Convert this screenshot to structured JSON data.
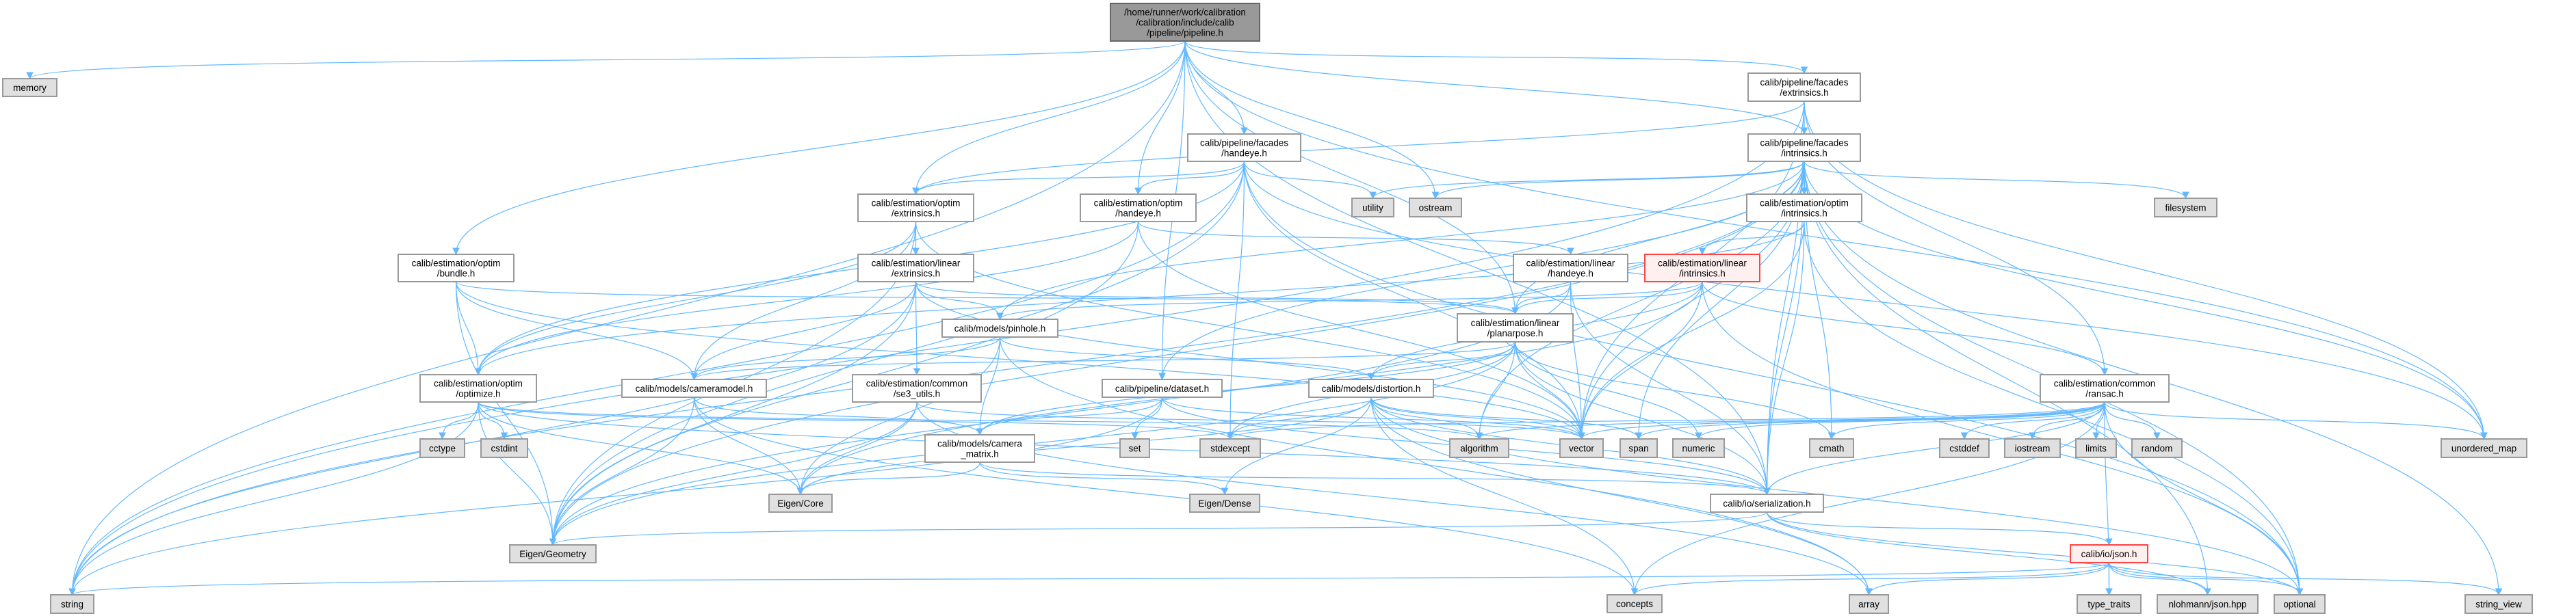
{
  "graph": {
    "title": "Include dependency graph for pipeline.h",
    "colors": {
      "edge": "#63b8ff",
      "root_fill": "#999999",
      "system_fill": "#e0e0e0",
      "truncated_border": "#ff4444"
    },
    "nodes": [
      {
        "id": "root",
        "kind": "root",
        "lines": [
          "/home/runner/work/calibration",
          "/calibration/include/calib",
          "/pipeline/pipeline.h"
        ]
      },
      {
        "id": "memory",
        "kind": "system",
        "lines": [
          "memory"
        ]
      },
      {
        "id": "facades_extrinsics",
        "kind": "file",
        "lines": [
          "calib/pipeline/facades",
          "/extrinsics.h"
        ]
      },
      {
        "id": "facades_handeye",
        "kind": "file",
        "lines": [
          "calib/pipeline/facades",
          "/handeye.h"
        ]
      },
      {
        "id": "facades_intrinsics",
        "kind": "file",
        "lines": [
          "calib/pipeline/facades",
          "/intrinsics.h"
        ]
      },
      {
        "id": "optim_extrinsics",
        "kind": "file",
        "lines": [
          "calib/estimation/optim",
          "/extrinsics.h"
        ]
      },
      {
        "id": "optim_handeye",
        "kind": "file",
        "lines": [
          "calib/estimation/optim",
          "/handeye.h"
        ]
      },
      {
        "id": "utility",
        "kind": "system",
        "lines": [
          "utility"
        ]
      },
      {
        "id": "ostream",
        "kind": "system",
        "lines": [
          "ostream"
        ]
      },
      {
        "id": "optim_intrinsics",
        "kind": "file",
        "lines": [
          "calib/estimation/optim",
          "/intrinsics.h"
        ]
      },
      {
        "id": "filesystem",
        "kind": "system",
        "lines": [
          "filesystem"
        ]
      },
      {
        "id": "bundle",
        "kind": "file",
        "lines": [
          "calib/estimation/optim",
          "/bundle.h"
        ]
      },
      {
        "id": "linear_extrinsics",
        "kind": "file",
        "lines": [
          "calib/estimation/linear",
          "/extrinsics.h"
        ]
      },
      {
        "id": "linear_handeye",
        "kind": "file",
        "lines": [
          "calib/estimation/linear",
          "/handeye.h"
        ]
      },
      {
        "id": "linear_intrinsics",
        "kind": "truncated",
        "lines": [
          "calib/estimation/linear",
          "/intrinsics.h"
        ]
      },
      {
        "id": "pinhole",
        "kind": "file",
        "lines": [
          "calib/models/pinhole.h"
        ]
      },
      {
        "id": "planarpose",
        "kind": "file",
        "lines": [
          "calib/estimation/linear",
          "/planarpose.h"
        ]
      },
      {
        "id": "optimize",
        "kind": "file",
        "lines": [
          "calib/estimation/optim",
          "/optimize.h"
        ]
      },
      {
        "id": "cameramodel",
        "kind": "file",
        "lines": [
          "calib/models/cameramodel.h"
        ]
      },
      {
        "id": "se3_utils",
        "kind": "file",
        "lines": [
          "calib/estimation/common",
          "/se3_utils.h"
        ]
      },
      {
        "id": "dataset",
        "kind": "file",
        "lines": [
          "calib/pipeline/dataset.h"
        ]
      },
      {
        "id": "distortion",
        "kind": "file",
        "lines": [
          "calib/models/distortion.h"
        ]
      },
      {
        "id": "ransac",
        "kind": "file",
        "lines": [
          "calib/estimation/common",
          "/ransac.h"
        ]
      },
      {
        "id": "cctype",
        "kind": "system",
        "lines": [
          "cctype"
        ]
      },
      {
        "id": "cstdint",
        "kind": "system",
        "lines": [
          "cstdint"
        ]
      },
      {
        "id": "set",
        "kind": "system",
        "lines": [
          "set"
        ]
      },
      {
        "id": "stdexcept",
        "kind": "system",
        "lines": [
          "stdexcept"
        ]
      },
      {
        "id": "algorithm",
        "kind": "system",
        "lines": [
          "algorithm"
        ]
      },
      {
        "id": "vector",
        "kind": "system",
        "lines": [
          "vector"
        ]
      },
      {
        "id": "span",
        "kind": "system",
        "lines": [
          "span"
        ]
      },
      {
        "id": "numeric",
        "kind": "system",
        "lines": [
          "numeric"
        ]
      },
      {
        "id": "cmath",
        "kind": "system",
        "lines": [
          "cmath"
        ]
      },
      {
        "id": "cstddef",
        "kind": "system",
        "lines": [
          "cstddef"
        ]
      },
      {
        "id": "iostream",
        "kind": "system",
        "lines": [
          "iostream"
        ]
      },
      {
        "id": "limits",
        "kind": "system",
        "lines": [
          "limits"
        ]
      },
      {
        "id": "random",
        "kind": "system",
        "lines": [
          "random"
        ]
      },
      {
        "id": "unordered_map",
        "kind": "system",
        "lines": [
          "unordered_map"
        ]
      },
      {
        "id": "camera_matrix",
        "kind": "file",
        "lines": [
          "calib/models/camera",
          "_matrix.h"
        ]
      },
      {
        "id": "eigen_core",
        "kind": "system",
        "lines": [
          "Eigen/Core"
        ]
      },
      {
        "id": "eigen_dense",
        "kind": "system",
        "lines": [
          "Eigen/Dense"
        ]
      },
      {
        "id": "serialization",
        "kind": "file",
        "lines": [
          "calib/io/serialization.h"
        ]
      },
      {
        "id": "eigen_geometry",
        "kind": "system",
        "lines": [
          "Eigen/Geometry"
        ]
      },
      {
        "id": "json",
        "kind": "truncated",
        "lines": [
          "calib/io/json.h"
        ]
      },
      {
        "id": "string",
        "kind": "system",
        "lines": [
          "string"
        ]
      },
      {
        "id": "concepts",
        "kind": "system",
        "lines": [
          "concepts"
        ]
      },
      {
        "id": "array",
        "kind": "system",
        "lines": [
          "array"
        ]
      },
      {
        "id": "type_traits",
        "kind": "system",
        "lines": [
          "type_traits"
        ]
      },
      {
        "id": "nlohmann",
        "kind": "system",
        "lines": [
          "nlohmann/json.hpp"
        ]
      },
      {
        "id": "optional",
        "kind": "system",
        "lines": [
          "optional"
        ]
      },
      {
        "id": "string_view",
        "kind": "system",
        "lines": [
          "string_view"
        ]
      }
    ],
    "edges": [
      [
        "root",
        "memory"
      ],
      [
        "root",
        "string"
      ],
      [
        "root",
        "bundle"
      ],
      [
        "root",
        "optim_extrinsics"
      ],
      [
        "root",
        "dataset"
      ],
      [
        "root",
        "optim_handeye"
      ],
      [
        "root",
        "facades_handeye"
      ],
      [
        "root",
        "planarpose"
      ],
      [
        "root",
        "ostream"
      ],
      [
        "root",
        "facades_extrinsics"
      ],
      [
        "root",
        "facades_intrinsics"
      ],
      [
        "root",
        "unordered_map"
      ],
      [
        "root",
        "serialization"
      ],
      [
        "facades_extrinsics",
        "facades_intrinsics"
      ],
      [
        "facades_extrinsics",
        "optim_extrinsics"
      ],
      [
        "facades_extrinsics",
        "string"
      ],
      [
        "facades_extrinsics",
        "ransac"
      ],
      [
        "facades_extrinsics",
        "unordered_map"
      ],
      [
        "facades_extrinsics",
        "serialization"
      ],
      [
        "facades_extrinsics",
        "vector"
      ],
      [
        "facades_intrinsics",
        "optim_intrinsics"
      ],
      [
        "facades_intrinsics",
        "filesystem"
      ],
      [
        "facades_intrinsics",
        "utility"
      ],
      [
        "facades_intrinsics",
        "ostream"
      ],
      [
        "facades_intrinsics",
        "string"
      ],
      [
        "facades_intrinsics",
        "eigen_geometry"
      ],
      [
        "facades_intrinsics",
        "dataset"
      ],
      [
        "facades_intrinsics",
        "pinhole"
      ],
      [
        "facades_intrinsics",
        "planarpose"
      ],
      [
        "facades_intrinsics",
        "serialization"
      ],
      [
        "facades_intrinsics",
        "optional"
      ],
      [
        "facades_intrinsics",
        "nlohmann"
      ],
      [
        "facades_intrinsics",
        "string_view"
      ],
      [
        "facades_intrinsics",
        "unordered_map"
      ],
      [
        "facades_intrinsics",
        "vector"
      ],
      [
        "facades_intrinsics",
        "span"
      ],
      [
        "facades_intrinsics",
        "algorithm"
      ],
      [
        "facades_intrinsics",
        "cmath"
      ],
      [
        "facades_handeye",
        "optim_handeye"
      ],
      [
        "facades_handeye",
        "utility"
      ],
      [
        "facades_handeye",
        "optim_extrinsics"
      ],
      [
        "facades_handeye",
        "string"
      ],
      [
        "facades_handeye",
        "eigen_geometry"
      ],
      [
        "facades_handeye",
        "stdexcept"
      ],
      [
        "facades_handeye",
        "vector"
      ],
      [
        "facades_handeye",
        "optional"
      ],
      [
        "facades_handeye",
        "unordered_map"
      ],
      [
        "facades_handeye",
        "optimize"
      ],
      [
        "optim_extrinsics",
        "linear_extrinsics"
      ],
      [
        "optim_extrinsics",
        "cameramodel"
      ],
      [
        "optim_extrinsics",
        "optimize"
      ],
      [
        "optim_extrinsics",
        "eigen_geometry"
      ],
      [
        "optim_extrinsics",
        "vector"
      ],
      [
        "optim_handeye",
        "linear_handeye"
      ],
      [
        "optim_handeye",
        "optimize"
      ],
      [
        "optim_handeye",
        "eigen_geometry"
      ],
      [
        "optim_handeye",
        "vector"
      ],
      [
        "optim_intrinsics",
        "linear_intrinsics"
      ],
      [
        "optim_intrinsics",
        "optimize"
      ],
      [
        "optim_intrinsics",
        "serialization"
      ],
      [
        "optim_intrinsics",
        "vector"
      ],
      [
        "optim_intrinsics",
        "optional"
      ],
      [
        "bundle",
        "optimize"
      ],
      [
        "bundle",
        "cameramodel"
      ],
      [
        "bundle",
        "eigen_geometry"
      ],
      [
        "bundle",
        "planarpose"
      ],
      [
        "bundle",
        "vector"
      ],
      [
        "linear_extrinsics",
        "se3_utils"
      ],
      [
        "linear_extrinsics",
        "pinhole"
      ],
      [
        "linear_extrinsics",
        "cameramodel"
      ],
      [
        "linear_extrinsics",
        "planarpose"
      ],
      [
        "linear_extrinsics",
        "eigen_geometry"
      ],
      [
        "linear_extrinsics",
        "string"
      ],
      [
        "linear_extrinsics",
        "vector"
      ],
      [
        "linear_handeye",
        "planarpose"
      ],
      [
        "linear_handeye",
        "serialization"
      ],
      [
        "linear_handeye",
        "vector"
      ],
      [
        "linear_handeye",
        "eigen_geometry"
      ],
      [
        "linear_intrinsics",
        "pinhole"
      ],
      [
        "linear_intrinsics",
        "distortion"
      ],
      [
        "linear_intrinsics",
        "planarpose"
      ],
      [
        "linear_intrinsics",
        "ransac"
      ],
      [
        "linear_intrinsics",
        "optional"
      ],
      [
        "linear_intrinsics",
        "vector"
      ],
      [
        "linear_intrinsics",
        "eigen_core"
      ],
      [
        "pinhole",
        "cameramodel"
      ],
      [
        "pinhole",
        "camera_matrix"
      ],
      [
        "pinhole",
        "distortion"
      ],
      [
        "pinhole",
        "eigen_core"
      ],
      [
        "pinhole",
        "array"
      ],
      [
        "planarpose",
        "cameramodel"
      ],
      [
        "planarpose",
        "camera_matrix"
      ],
      [
        "planarpose",
        "distortion"
      ],
      [
        "planarpose",
        "vector"
      ],
      [
        "planarpose",
        "algorithm"
      ],
      [
        "planarpose",
        "numeric"
      ],
      [
        "planarpose",
        "cmath"
      ],
      [
        "planarpose",
        "stdexcept"
      ],
      [
        "planarpose",
        "serialization"
      ],
      [
        "planarpose",
        "eigen_geometry"
      ],
      [
        "optimize",
        "cctype"
      ],
      [
        "optimize",
        "cstdint"
      ],
      [
        "optimize",
        "eigen_core"
      ],
      [
        "optimize",
        "eigen_geometry"
      ],
      [
        "optimize",
        "algorithm"
      ],
      [
        "optimize",
        "serialization"
      ],
      [
        "optimize",
        "string"
      ],
      [
        "optimize",
        "stdexcept"
      ],
      [
        "cameramodel",
        "camera_matrix"
      ],
      [
        "cameramodel",
        "eigen_core"
      ],
      [
        "cameramodel",
        "concepts"
      ],
      [
        "cameramodel",
        "eigen_geometry"
      ],
      [
        "se3_utils",
        "eigen_core"
      ],
      [
        "se3_utils",
        "eigen_geometry"
      ],
      [
        "se3_utils",
        "vector"
      ],
      [
        "se3_utils",
        "array"
      ],
      [
        "dataset",
        "set"
      ],
      [
        "dataset",
        "camera_matrix"
      ],
      [
        "dataset",
        "vector"
      ],
      [
        "dataset",
        "serialization"
      ],
      [
        "dataset",
        "string"
      ],
      [
        "distortion",
        "eigen_core"
      ],
      [
        "distortion",
        "eigen_dense"
      ],
      [
        "distortion",
        "stdexcept"
      ],
      [
        "distortion",
        "algorithm"
      ],
      [
        "distortion",
        "vector"
      ],
      [
        "distortion",
        "span"
      ],
      [
        "distortion",
        "serialization"
      ],
      [
        "distortion",
        "concepts"
      ],
      [
        "distortion",
        "array"
      ],
      [
        "distortion",
        "optional"
      ],
      [
        "ransac",
        "cstddef"
      ],
      [
        "ransac",
        "iostream"
      ],
      [
        "ransac",
        "limits"
      ],
      [
        "ransac",
        "random"
      ],
      [
        "ransac",
        "unordered_map"
      ],
      [
        "ransac",
        "vector"
      ],
      [
        "ransac",
        "span"
      ],
      [
        "ransac",
        "algorithm"
      ],
      [
        "ransac",
        "numeric"
      ],
      [
        "ransac",
        "cmath"
      ],
      [
        "ransac",
        "stdexcept"
      ],
      [
        "ransac",
        "serialization"
      ],
      [
        "ransac",
        "optional"
      ],
      [
        "ransac",
        "concepts"
      ],
      [
        "ransac",
        "type_traits"
      ],
      [
        "camera_matrix",
        "eigen_core"
      ],
      [
        "camera_matrix",
        "eigen_dense"
      ],
      [
        "camera_matrix",
        "serialization"
      ],
      [
        "serialization",
        "json"
      ],
      [
        "serialization",
        "eigen_geometry"
      ],
      [
        "serialization",
        "nlohmann"
      ],
      [
        "serialization",
        "optional"
      ],
      [
        "json",
        "array"
      ],
      [
        "json",
        "type_traits"
      ],
      [
        "json",
        "nlohmann"
      ],
      [
        "json",
        "optional"
      ],
      [
        "json",
        "string_view"
      ],
      [
        "json",
        "concepts"
      ],
      [
        "json",
        "string"
      ]
    ]
  }
}
